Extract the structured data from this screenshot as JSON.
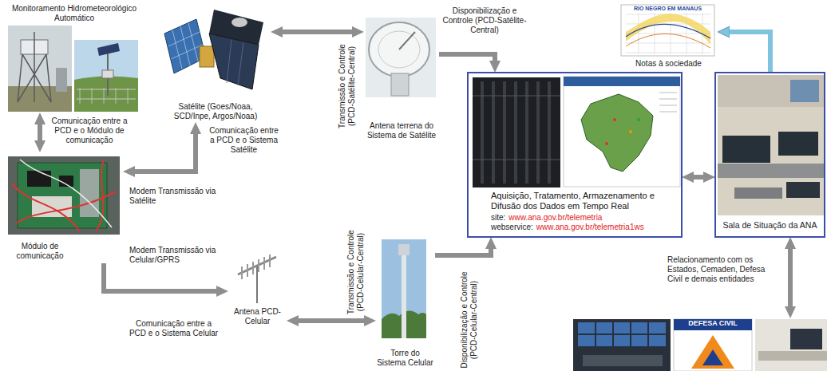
{
  "diagram": {
    "nodes": [
      {
        "text": [
          "Monitoramento Hidrometeorológico Automático"
        ]
      },
      {
        "text": [
          "Satélite (Goes/Noaa, SCD/Inpe, Argos/Noaa)"
        ]
      },
      {
        "text": [
          "Antena terrena do Sistema de Satélite"
        ]
      },
      {
        "text": [
          "Notas à sociedade"
        ]
      },
      {
        "text": [
          "Aquisição, Tratamento, Armazenamento e Difusão dos Dados em Tempo Real",
          "site:",
          "www.ana.gov.br/telemetria",
          "webservice:",
          "www.ana.gov.br/telemetria1ws"
        ]
      },
      {
        "text": [
          "Sala de Situação da ANA"
        ]
      },
      {
        "text": [
          "Módulo de comunicação"
        ]
      },
      {
        "text": [
          "Antena PCD-Celular"
        ]
      },
      {
        "text": [
          "Torre do Sistema Celular"
        ]
      },
      {
        "text": [
          "DEFESA CIVIL"
        ]
      }
    ],
    "edges": [
      {
        "from": 0,
        "to": 6,
        "label": "Comunicação entre a PCD e o Módulo de comunicação",
        "arrow": "both"
      },
      {
        "from": 1,
        "to": 6,
        "label": "Comunicação entre a PCD e o Sistema Satélite",
        "arrow": "both"
      },
      {
        "from": 1,
        "to": 2,
        "label": "Transmissão e Controle (PCD-Satélite-Central)",
        "arrow": "both"
      },
      {
        "from": 2,
        "to": 4,
        "label": "Disponibilização e Controle (PCD-Satélite-Central)",
        "arrow": "to"
      },
      {
        "from": 6,
        "to": 7,
        "label": "Comunicação entre a PCD e o Sistema Celular",
        "arrow": "to"
      },
      {
        "from": 7,
        "to": 8,
        "label": "Transmissão e Controle (PCD-Celular-Central)",
        "arrow": "both"
      },
      {
        "from": 8,
        "to": 4,
        "label": "Disponibilização e Controle (PCD-Celular-Central)",
        "arrow": "to"
      },
      {
        "from": 4,
        "to": 5,
        "arrow": "both"
      },
      {
        "from": 5,
        "to": 3,
        "arrow": "to"
      },
      {
        "from": 5,
        "to": 9,
        "label": "Relacionamento com os Estados, Cemaden, Defesa Civil e demais entidades",
        "arrow": "both"
      }
    ],
    "labels": [
      "Modem Transmissão via Satélite",
      "Modem Transmissão via Celular/GPRS",
      "RIO NEGRO EM MANAUS"
    ]
  }
}
